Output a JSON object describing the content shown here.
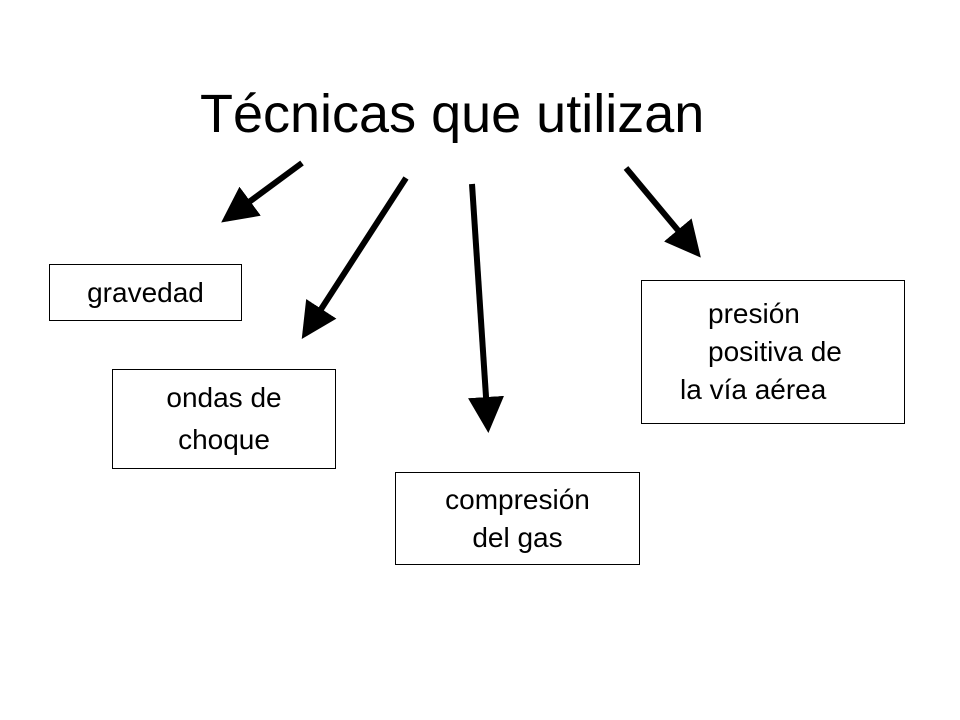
{
  "diagram": {
    "title": "Técnicas que utilizan",
    "nodes": {
      "gravedad": {
        "lines": [
          "gravedad"
        ]
      },
      "ondas": {
        "lines": [
          "ondas de",
          "choque"
        ]
      },
      "compresion": {
        "lines": [
          "compresión",
          "del gas"
        ]
      },
      "presion": {
        "lines": [
          "presión",
          "positiva de",
          "la vía aérea"
        ]
      }
    },
    "edges": [
      {
        "from": "title",
        "to": "gravedad"
      },
      {
        "from": "title",
        "to": "ondas"
      },
      {
        "from": "title",
        "to": "compresion"
      },
      {
        "from": "title",
        "to": "presion"
      }
    ],
    "colors": {
      "line": "#000000",
      "background": "#ffffff"
    }
  }
}
